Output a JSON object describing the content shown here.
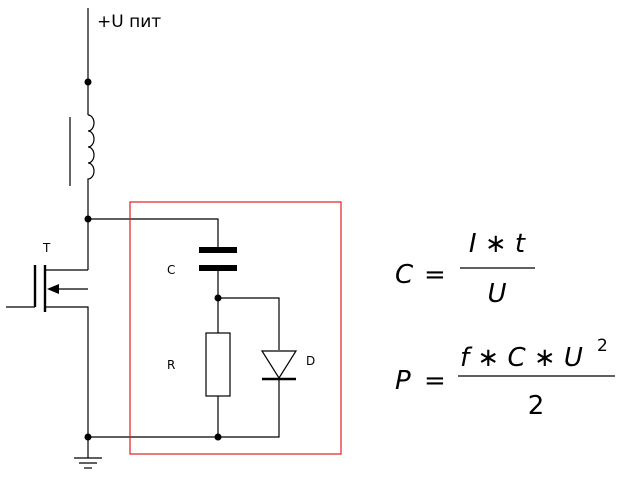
{
  "schematic": {
    "supply_label": "+U пит",
    "transistor_label": "T",
    "capacitor_label": "C",
    "resistor_label": "R",
    "diode_label": "D",
    "highlight_color": "#e02020"
  },
  "formulas": {
    "capacitance": {
      "lhs": "C",
      "equals": "=",
      "numerator": "I ∗ t",
      "denominator": "U"
    },
    "power": {
      "lhs": "P",
      "equals": "=",
      "numerator_base": "f ∗ C ∗ U",
      "numerator_exponent": "2",
      "denominator": "2"
    }
  }
}
